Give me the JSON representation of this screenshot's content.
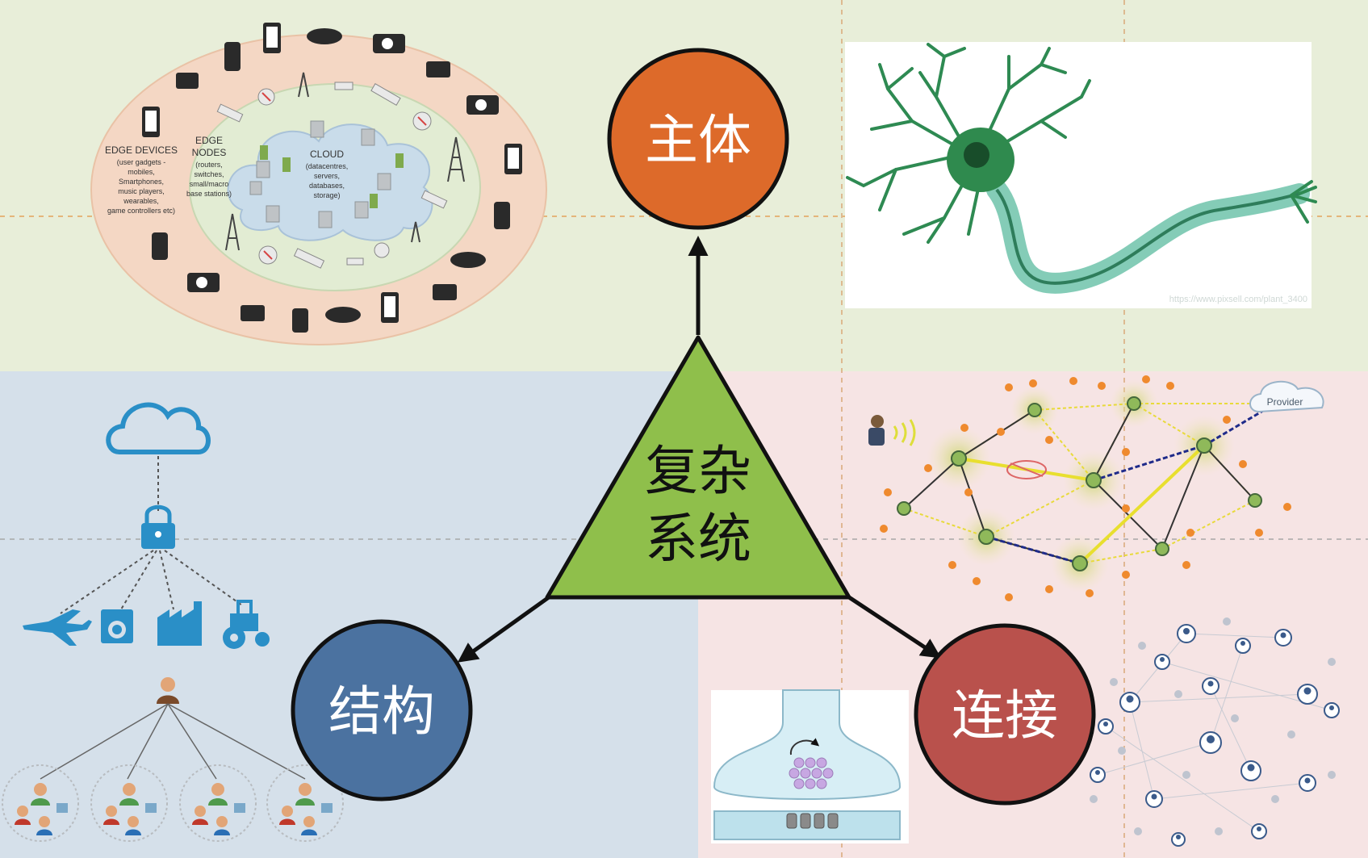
{
  "center_node": {
    "label_line1": "复杂",
    "label_line2": "系统",
    "color": "#8fbf4b"
  },
  "nodes": {
    "agent": {
      "label": "主体",
      "color": "#dd6a2a"
    },
    "structure": {
      "label": "结构",
      "color": "#4b72a0"
    },
    "connection": {
      "label": "连接",
      "color": "#b9514c"
    }
  },
  "panels": {
    "top_background": "#e8eed9",
    "left_background": "#d5e0ea",
    "right_background": "#f6e4e4"
  },
  "edge_cloud_figure": {
    "edge_devices": {
      "title": "EDGE DEVICES",
      "lines": [
        "(user gadgets -",
        "mobiles,",
        "Smartphones,",
        "music players,",
        "wearables,",
        "game controllers etc)"
      ]
    },
    "edge_nodes": {
      "title_line1": "EDGE",
      "title_line2": "NODES",
      "lines": [
        "(routers,",
        "switches,",
        "small/macro",
        "base stations)"
      ]
    },
    "cloud": {
      "title": "CLOUD",
      "lines": [
        "(datacentres,",
        "servers,",
        "databases,",
        "storage)"
      ]
    }
  },
  "network_figure": {
    "provider_label": "Provider"
  },
  "neuron_figure": {
    "watermark": "https://www.pixsell.com/plant_3400"
  }
}
